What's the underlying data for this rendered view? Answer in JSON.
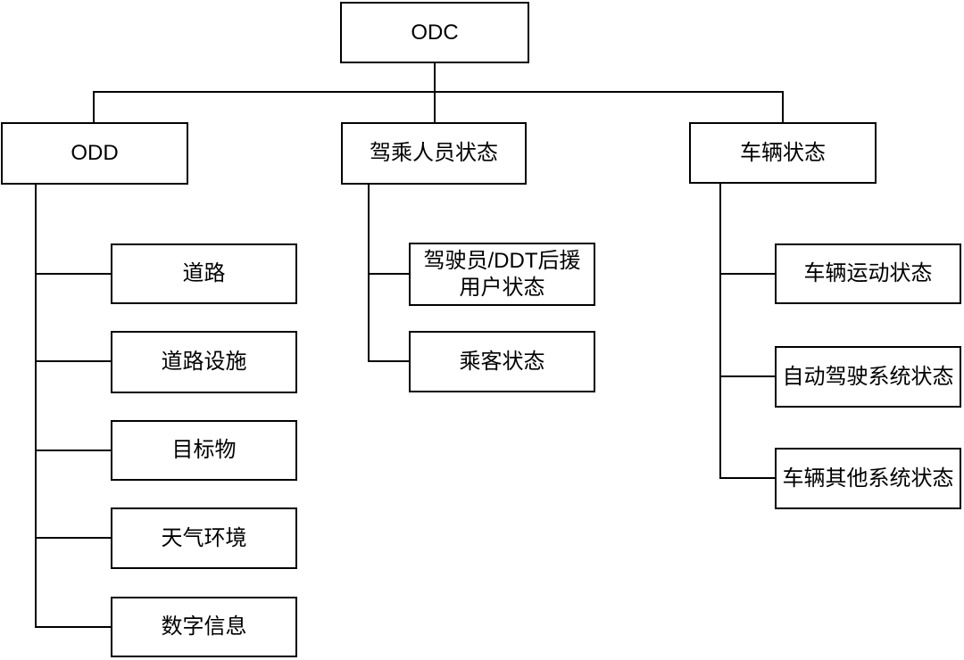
{
  "root": {
    "label": "ODC"
  },
  "branches": [
    {
      "label": "ODD",
      "children": [
        {
          "label": "道路"
        },
        {
          "label": "道路设施"
        },
        {
          "label": "目标物"
        },
        {
          "label": "天气环境"
        },
        {
          "label": "数字信息"
        }
      ]
    },
    {
      "label": "驾乘人员状态",
      "children": [
        {
          "label": "驾驶员/DDT后援用户状态"
        },
        {
          "label": "乘客状态"
        }
      ]
    },
    {
      "label": "车辆状态",
      "children": [
        {
          "label": "车辆运动状态"
        },
        {
          "label": "自动驾驶系统状态"
        },
        {
          "label": "车辆其他系统状态"
        }
      ]
    }
  ],
  "colors": {
    "line": "#000000",
    "box_border": "#000000",
    "box_fill": "#ffffff",
    "text": "#000000",
    "background": "#ffffff"
  }
}
